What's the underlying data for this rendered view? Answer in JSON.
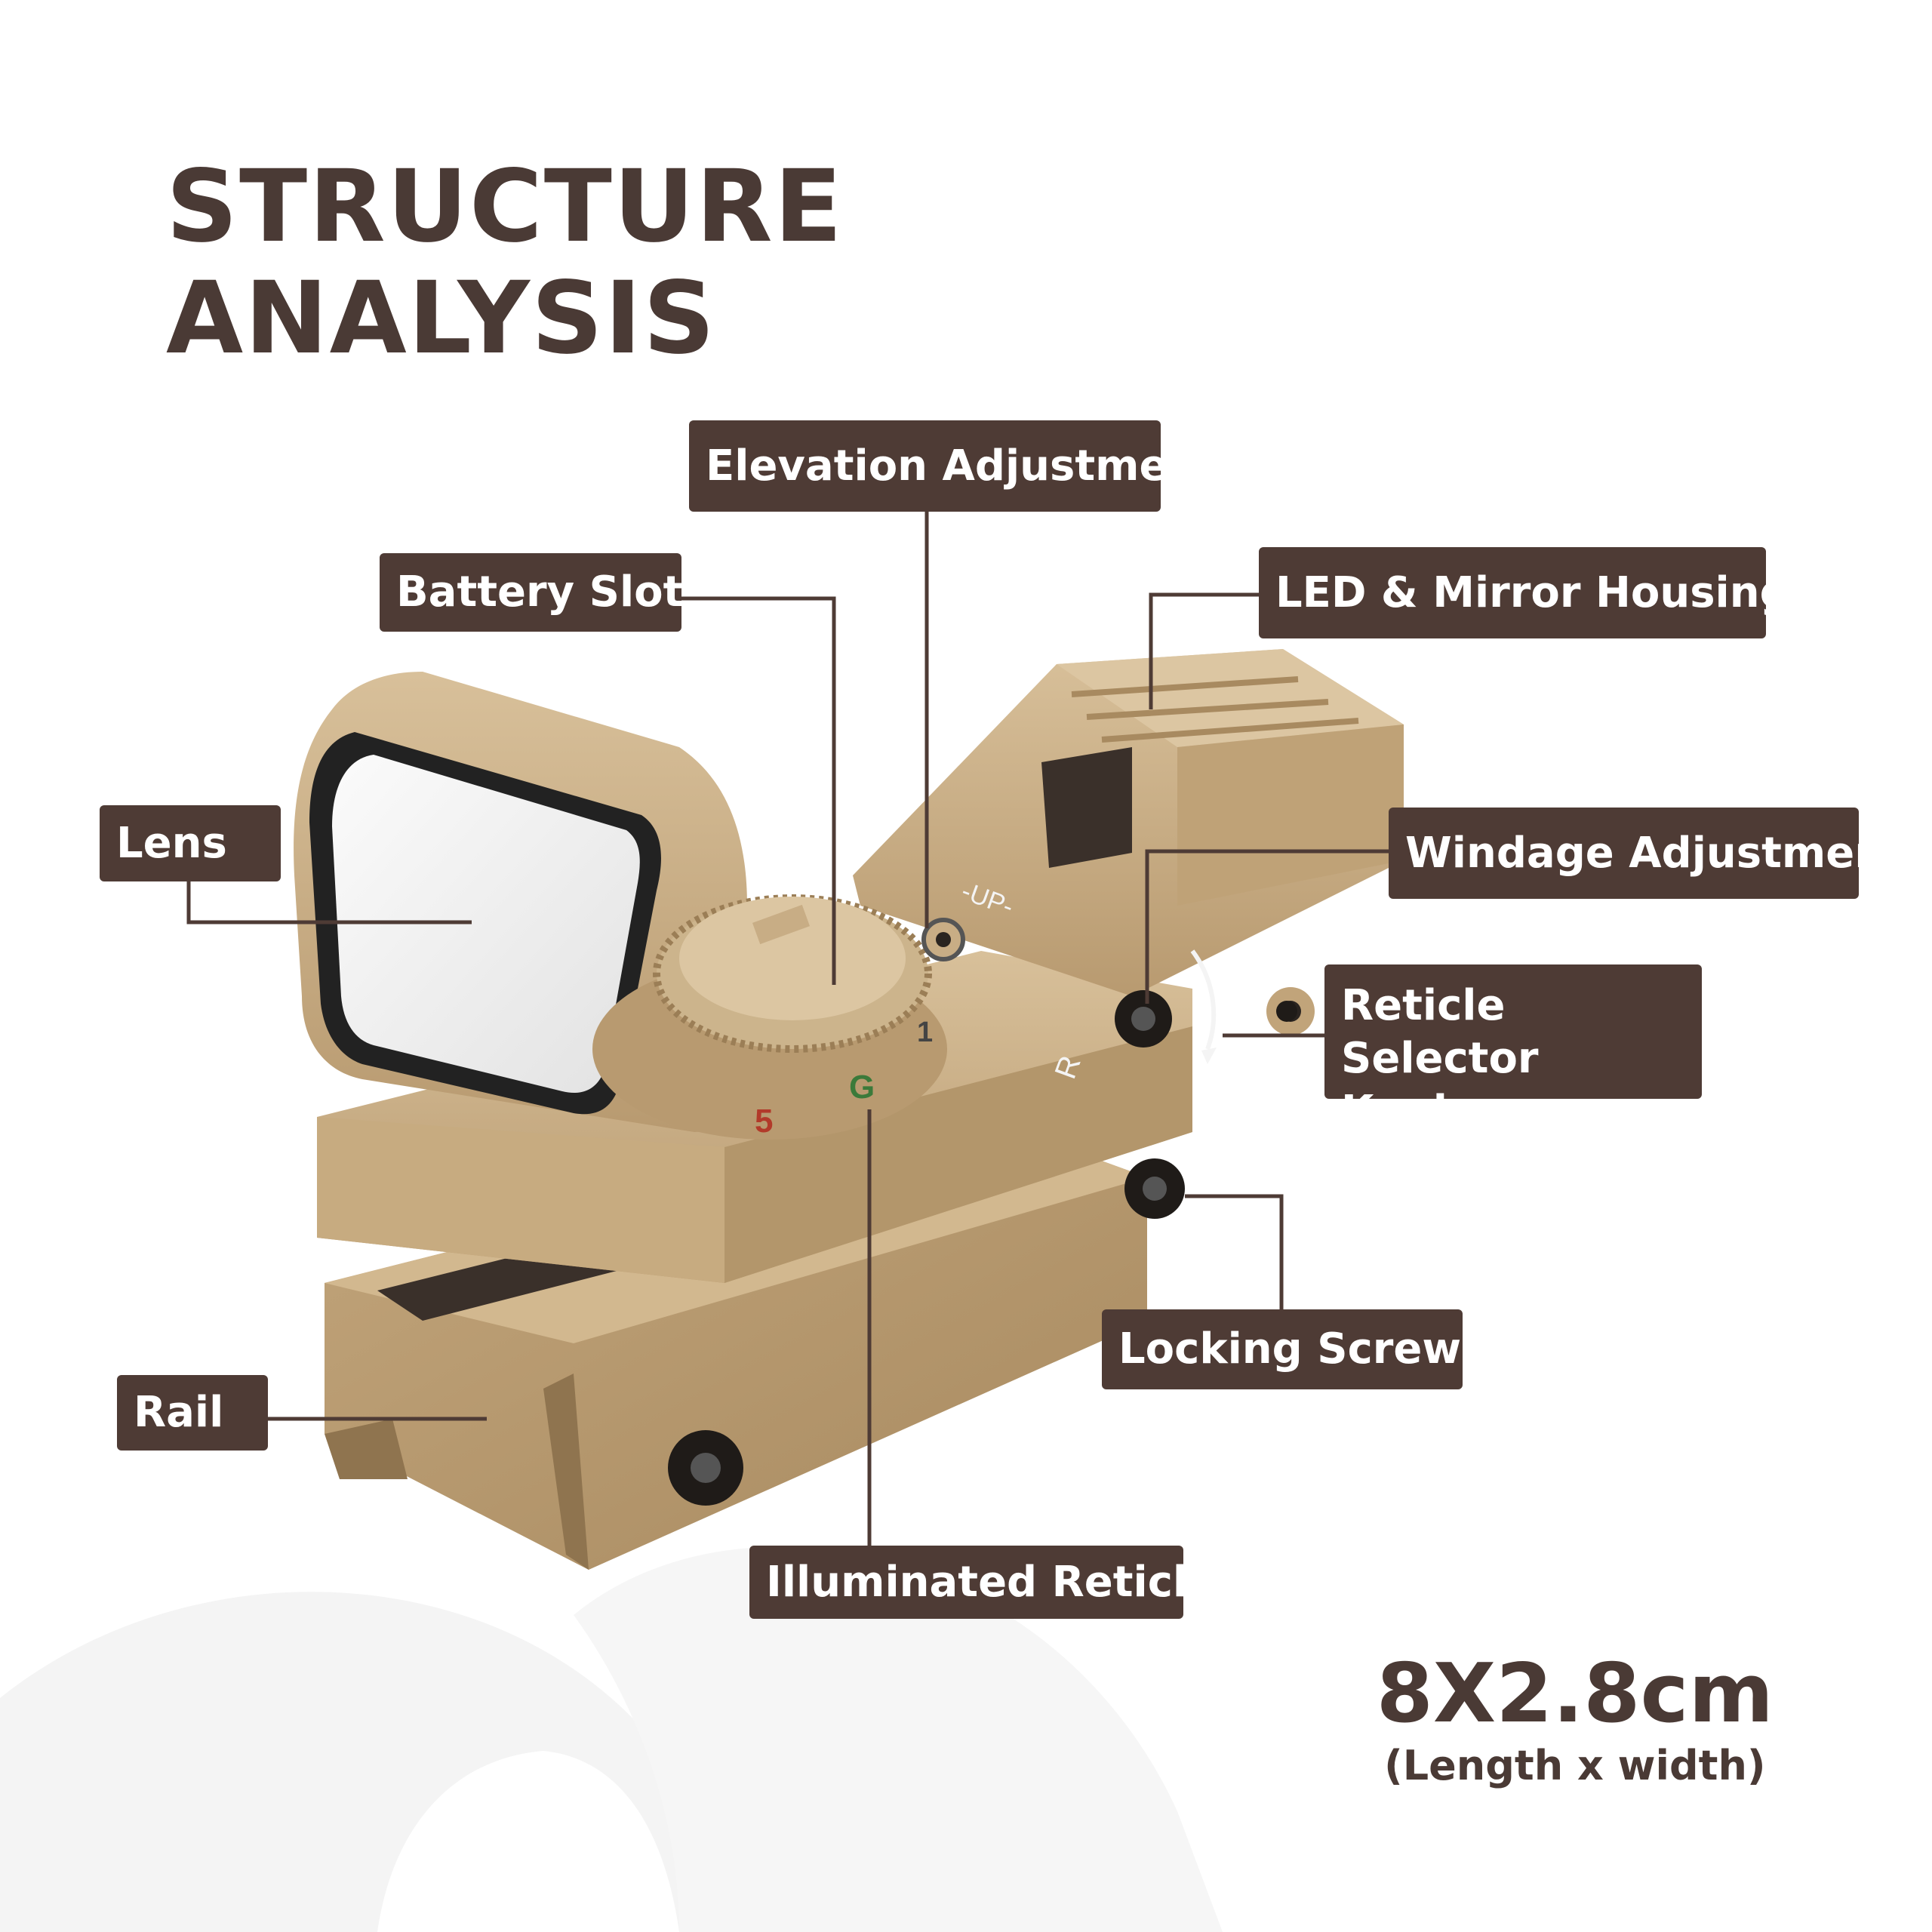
{
  "title_line1": "STRUCTURE",
  "title_line2": "ANALYSIS",
  "labels": {
    "elevation": "Elevation Adjustment",
    "battery": "Battery Slot",
    "led": "LED & Mirror Housing",
    "lens": "Lens",
    "windage": "Windage Adjustment",
    "reticle_selector_line1": "Reticle Selector",
    "reticle_selector_line2": "Knob",
    "locking": "Locking Screw",
    "rail": "Rail",
    "illuminated": "Illuminated Reticle"
  },
  "knob_marks": {
    "mark_5": "5",
    "mark_g": "G",
    "mark_1": "1",
    "mark_up": "-UP-",
    "mark_r": "R"
  },
  "dims": {
    "size": "8X2.8cm",
    "caption": "(Length x width)"
  },
  "colors": {
    "label_bg": "#4e3b35",
    "tan": "#c8ad85",
    "text_dark": "#4a3a35"
  }
}
